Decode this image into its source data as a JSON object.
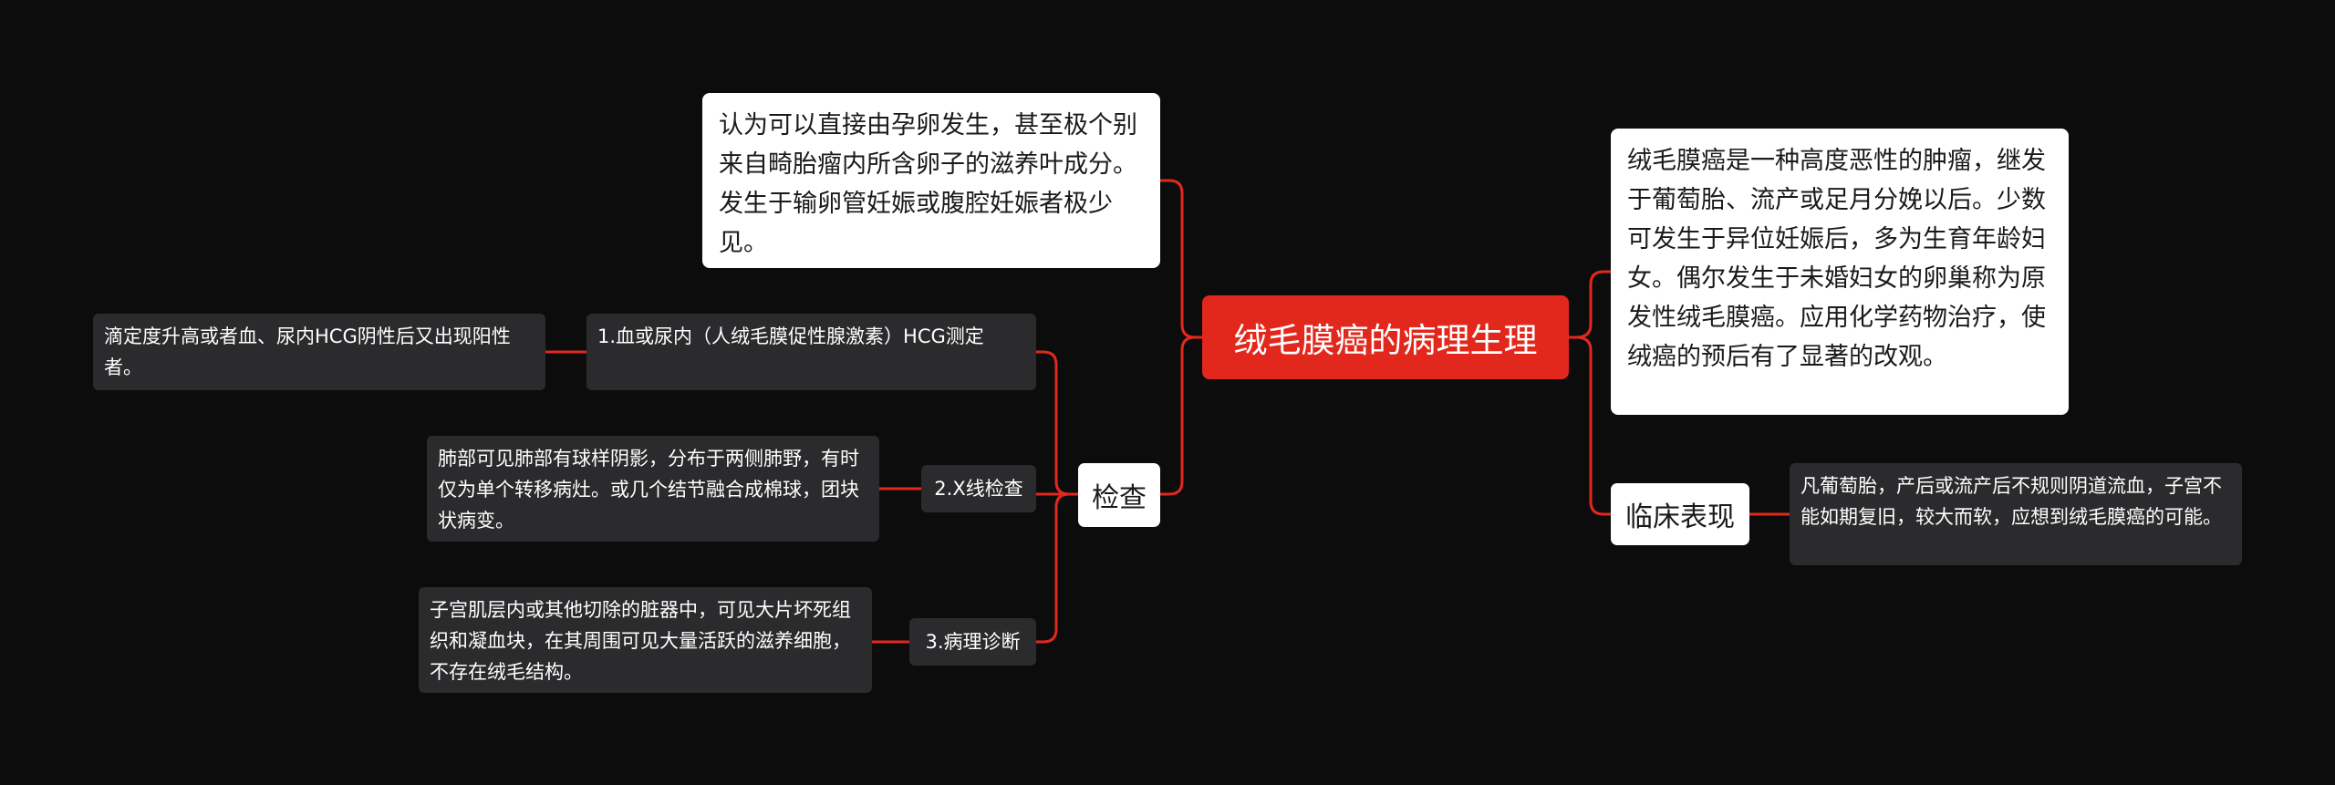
{
  "root": {
    "title": "绒毛膜癌的病理生理"
  },
  "left": {
    "origin_note": "认为可以直接由孕卵发生，甚至极个别来自畸胎瘤内所含卵子的滋养叶成分。发生于输卵管妊娠或腹腔妊娠者极少见。",
    "exam": {
      "label": "检查",
      "items": [
        {
          "label": "1.血或尿内（人绒毛膜促性腺激素）HCG测定",
          "detail": "滴定度升高或者血、尿内HCG阴性后又出现阳性者。"
        },
        {
          "label": "2.X线检查",
          "detail": "肺部可见肺部有球样阴影，分布于两侧肺野，有时仅为单个转移病灶。或几个结节融合成棉球，团块状病变。"
        },
        {
          "label": "3.病理诊断",
          "detail": "子宫肌层内或其他切除的脏器中，可见大片坏死组织和凝血块，在其周围可见大量活跃的滋养细胞，不存在绒毛结构。"
        }
      ]
    }
  },
  "right": {
    "overview": "绒毛膜癌是一种高度恶性的肿瘤，继发于葡萄胎、流产或足月分娩以后。少数可发生于异位妊娠后，多为生育年龄妇女。偶尔发生于未婚妇女的卵巢称为原发性绒毛膜癌。应用化学药物治疗，使绒癌的预后有了显著的改观。",
    "clinical": {
      "label": "临床表现",
      "detail": "凡葡萄胎，产后或流产后不规则阴道流血，子宫不能如期复旧，较大而软，应想到绒毛膜癌的可能。"
    }
  },
  "colors": {
    "background": "#0c0c0d",
    "accent": "#e2281d",
    "connector": "#e2281d",
    "dark_card": "#2b2b2d"
  }
}
